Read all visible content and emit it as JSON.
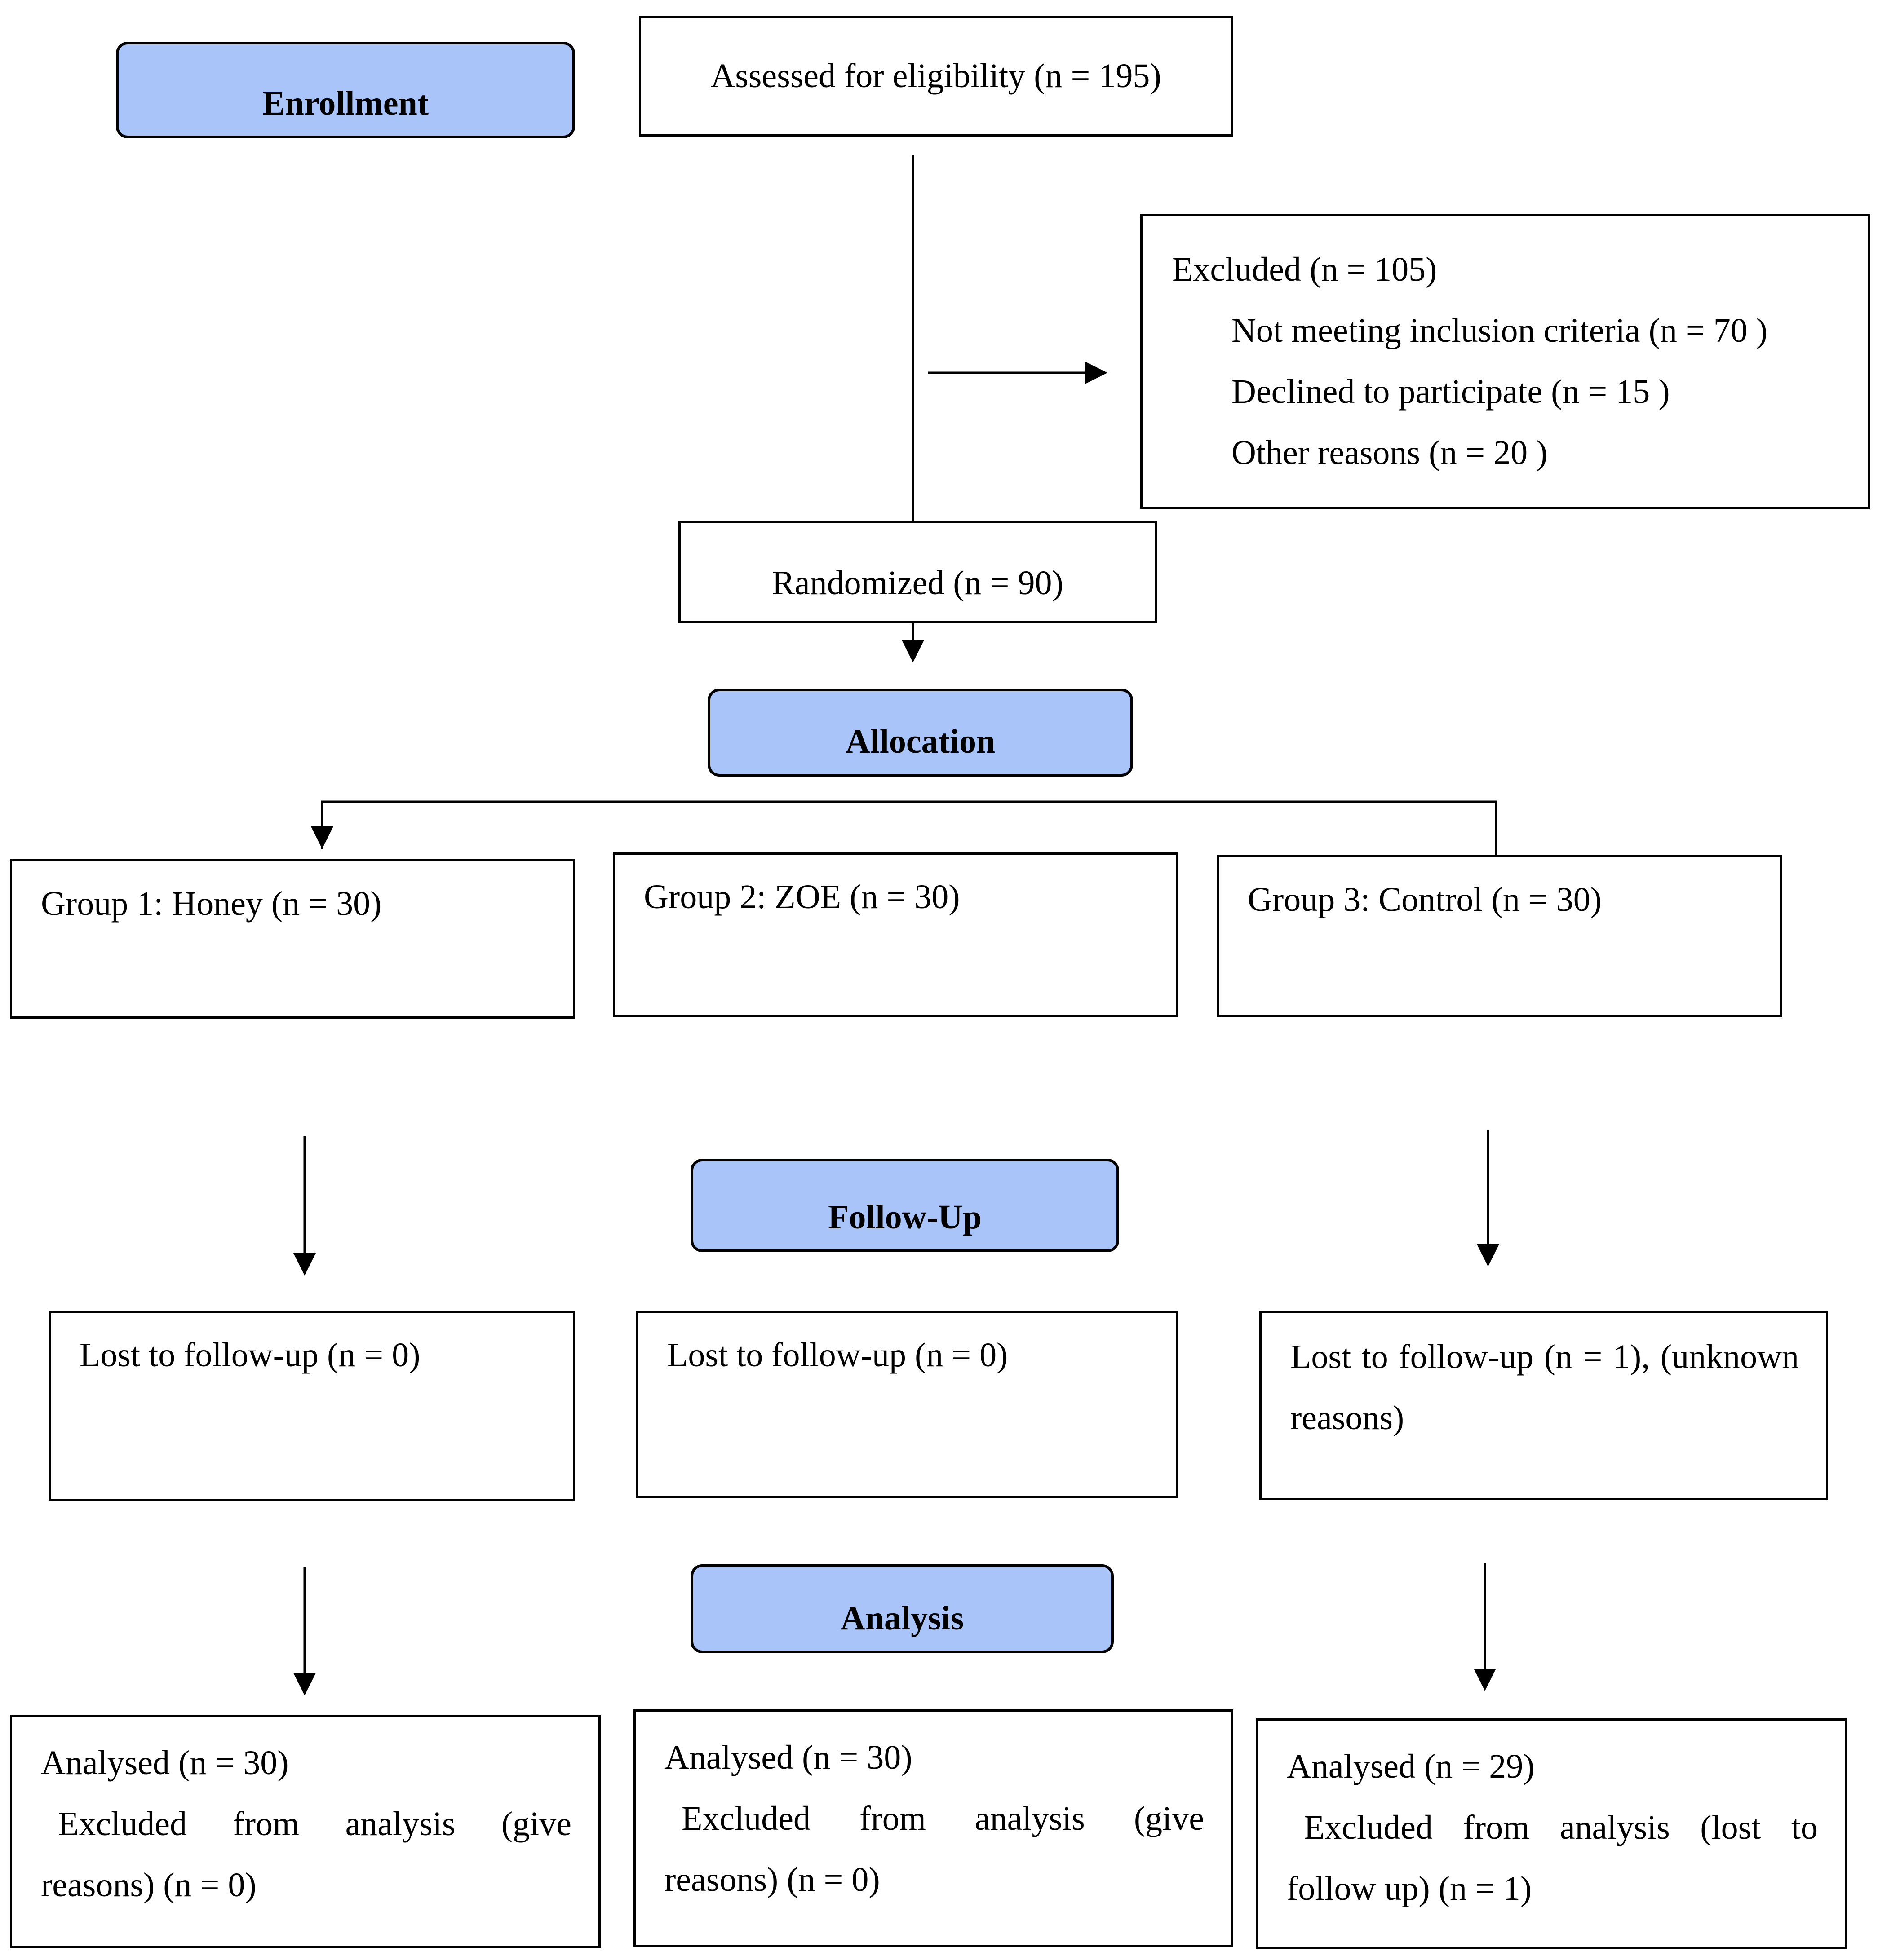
{
  "stages": {
    "enrollment": "Enrollment",
    "allocation": "Allocation",
    "follow_up": "Follow-Up",
    "analysis": "Analysis"
  },
  "assessed": "Assessed for eligibility (n = 195)",
  "excluded": {
    "title": "Excluded (n = 105)",
    "reasons": [
      "Not meeting inclusion criteria (n = 70 )",
      "Declined to participate (n = 15 )",
      "Other reasons (n = 20 )"
    ]
  },
  "randomized": "Randomized (n = 90)",
  "groups": [
    {
      "label": "Group 1: Honey (n = 30)",
      "lost": "Lost to follow-up (n = 0)",
      "analysed": "Analysed (n = 30)",
      "excluded_analysis": "Excluded from analysis (give reasons) (n = 0)"
    },
    {
      "label": "Group 2: ZOE (n = 30)",
      "lost": "Lost to follow-up (n = 0)",
      "analysed": "Analysed (n = 30)",
      "excluded_analysis": "Excluded from analysis (give reasons) (n = 0)"
    },
    {
      "label": "Group 3: Control (n = 30)",
      "lost": "Lost to follow-up (n = 1), (unknown reasons)",
      "analysed": "Analysed (n = 29)",
      "excluded_analysis": "Excluded from analysis (lost to follow up) (n = 1)"
    }
  ]
}
